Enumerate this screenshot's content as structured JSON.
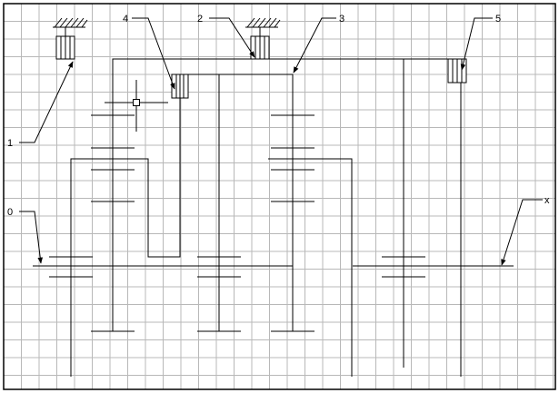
{
  "diagram": {
    "labels": {
      "l0": "0",
      "l1": "1",
      "l2": "2",
      "l3": "3",
      "l4": "4",
      "l5": "5",
      "lx": "x"
    }
  }
}
